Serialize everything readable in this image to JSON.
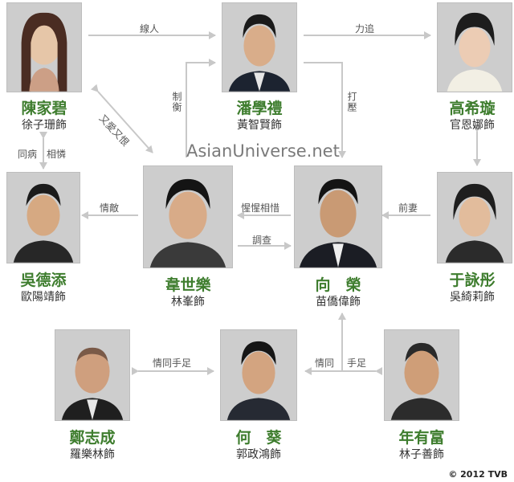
{
  "characters": [
    {
      "role": "陳家碧",
      "actor": "徐子珊飾"
    },
    {
      "role": "潘學禮",
      "actor": "黃智賢飾"
    },
    {
      "role": "高希璇",
      "actor": "官恩娜飾"
    },
    {
      "role": "吳德添",
      "actor": "歐陽靖飾"
    },
    {
      "role": "韋世樂",
      "actor": "林峯飾"
    },
    {
      "role": "向　榮",
      "actor": "苗僑偉飾"
    },
    {
      "role": "于詠彤",
      "actor": "吳綺莉飾"
    },
    {
      "role": "鄭志成",
      "actor": "羅樂林飾"
    },
    {
      "role": "何　葵",
      "actor": "郭政鴻飾"
    },
    {
      "role": "年有富",
      "actor": "林子善飾"
    }
  ],
  "relations": {
    "informant": "線人",
    "pursue": "力追",
    "check": "制衡",
    "suppress": "打壓",
    "love_hate": "又愛又恨",
    "fellow_suffering": "同病　相憐",
    "love_rival": "情敵",
    "mutual_respect": "惺惺相惜",
    "investigate": "調查",
    "ex_wife": "前妻",
    "like_brothers": "情同手足",
    "like_brothers_split_a": "情同",
    "like_brothers_split_b": "手足"
  },
  "watermark": "AsianUniverse.net",
  "copyright": "© 2012 TVB",
  "colors": {
    "name": "#3e7d2e",
    "arrow": "#c8c8c8",
    "photo_bg": "#cfcfcf"
  }
}
